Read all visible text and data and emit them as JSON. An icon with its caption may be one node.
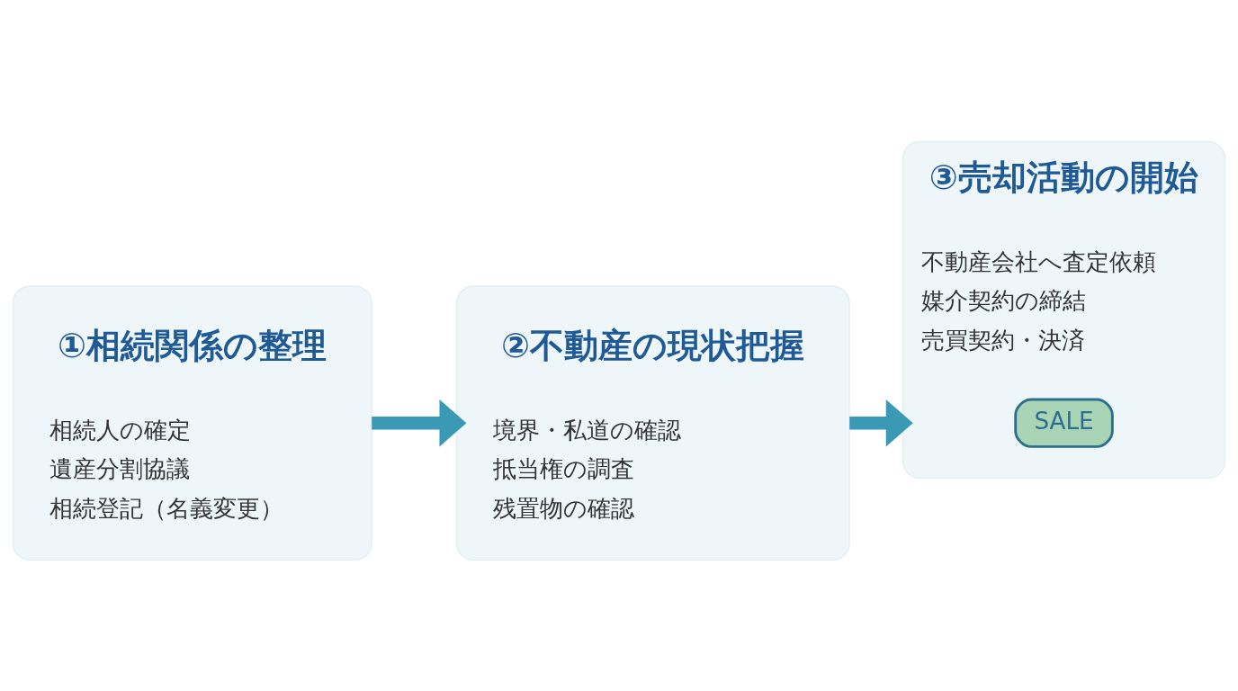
{
  "diagram": {
    "nodes": [
      {
        "text": [
          "①相続関係の整理",
          "相続人の確定",
          "遺産分割協議",
          "相続登記（名義変更）"
        ]
      },
      {
        "text": [
          "②不動産の現状把握",
          "境界・私道の確認",
          "抵当権の調査",
          "残置物の確認"
        ]
      },
      {
        "text": [
          "③売却活動の開始",
          "不動産会社へ査定依頼",
          "媒介契約の締結",
          "売買契約・決済"
        ]
      },
      {
        "text": [
          "SALE"
        ],
        "in": 2
      }
    ],
    "edges": [
      {
        "from": 0,
        "to": 1,
        "arrow": "to"
      },
      {
        "from": 1,
        "to": 2,
        "arrow": "to"
      }
    ]
  }
}
